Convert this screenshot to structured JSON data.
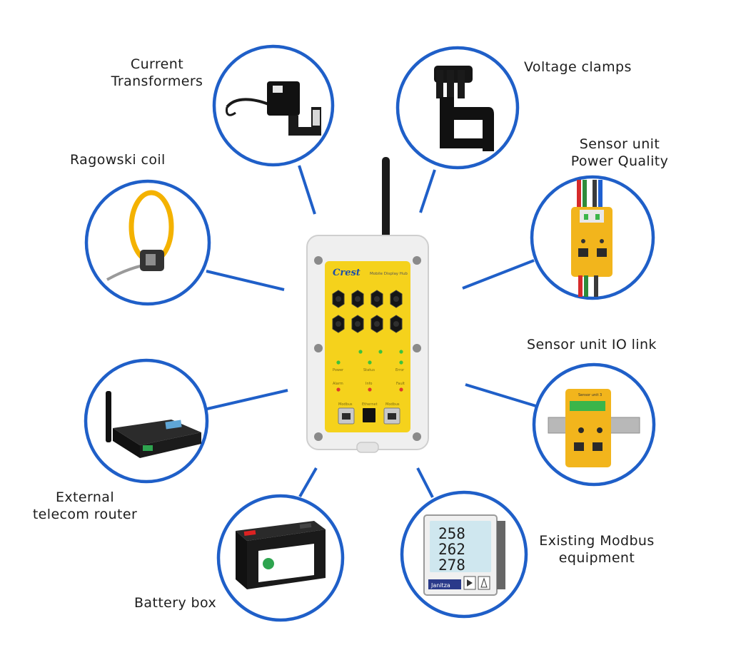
{
  "diagram": {
    "colors": {
      "ring": "#1f5fc8",
      "hub_yellow": "#f5d21c",
      "enclosure": "#eeeeee"
    },
    "hub": {
      "brand": "Crest",
      "subtitle": "Mobile Display Hub",
      "status_labels": [
        "Power",
        "Status",
        "Error"
      ],
      "alarm_labels": [
        "Alarm",
        "Info",
        "Fault"
      ],
      "port_labels": [
        "Modbus",
        "Ethernet",
        "Modbus"
      ]
    },
    "peripherals": [
      {
        "id": "ct",
        "label_lines": [
          "Current",
          "Transformers"
        ]
      },
      {
        "id": "vc",
        "label_lines": [
          "Voltage clamps"
        ]
      },
      {
        "id": "rc",
        "label_lines": [
          "Ragowski coil"
        ]
      },
      {
        "id": "pq",
        "label_lines": [
          "Sensor unit",
          "Power Quality"
        ]
      },
      {
        "id": "io",
        "label_lines": [
          "Sensor unit IO link"
        ],
        "device_text": "Sensor unit 3"
      },
      {
        "id": "router",
        "label_lines": [
          "External",
          "telecom router"
        ]
      },
      {
        "id": "battery",
        "label_lines": [
          "Battery box"
        ]
      },
      {
        "id": "modbus",
        "label_lines": [
          "Existing Modbus",
          "equipment"
        ],
        "display_values": [
          "258",
          "262",
          "278"
        ],
        "brand": "Janitza"
      }
    ]
  }
}
